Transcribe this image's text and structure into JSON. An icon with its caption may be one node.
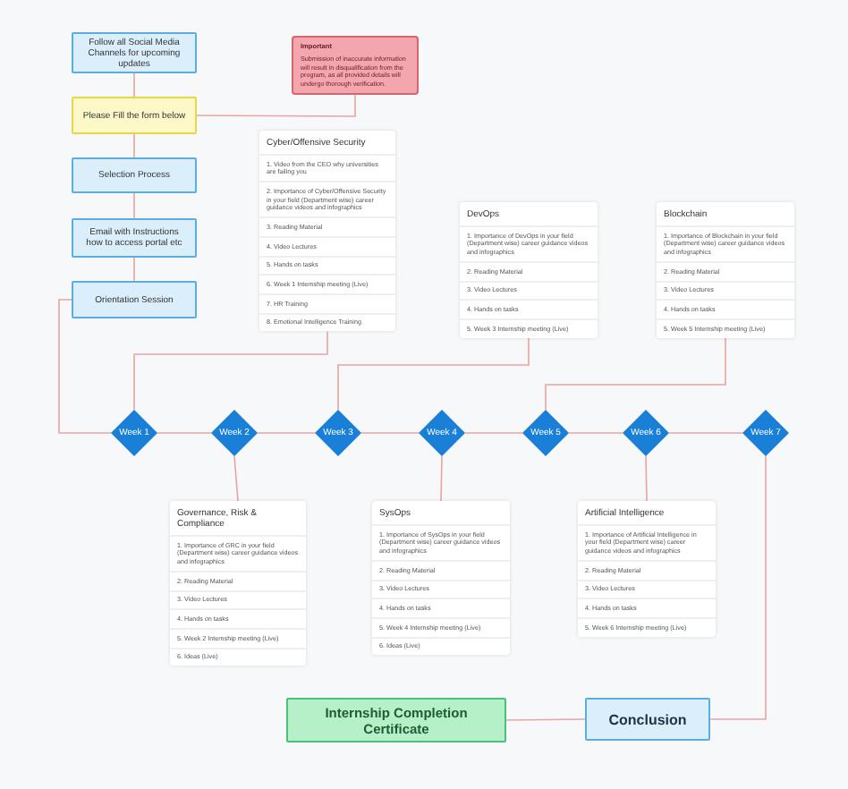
{
  "diagram": {
    "nodes": [
      {
        "text": [
          "Follow all Social Media Channels for upcoming updates"
        ]
      },
      {
        "text": [
          "Important",
          "Submission of inaccurate information will result in disqualification from the program, as all provided details will undergo thorough verification."
        ]
      },
      {
        "text": [
          "Please Fill the form below"
        ]
      },
      {
        "text": [
          "Cyber/Offensive Security",
          "1. Video from the CEO why universities are failing you",
          "2. Importance of Cyber/Offensive Security in your field (Department wise) career guidance videos and infographics",
          "3. Reading Material",
          "4. Video Lectures",
          "5. Hands on tasks",
          "6. Week 1 Internship meeting (Live)",
          "7. HR Training",
          "8. Emotional Intelligence Training"
        ]
      },
      {
        "text": [
          "Selection Process"
        ]
      },
      {
        "text": [
          "Email with Instructions how to access portal etc"
        ]
      },
      {
        "text": [
          "DevOps",
          "1. Importance of DevOps in your field (Department wise) career guidance videos and infographics",
          "2. Reading Material",
          "3. Video Lectures",
          "4. Hands on tasks",
          "5. Week 3 Internship meeting (Live)"
        ]
      },
      {
        "text": [
          "Blockchain",
          "1. Importance of Blockchain in your field (Department wise) career guidance videos and infographics",
          "2. Reading Material",
          "3. Video Lectures",
          "4. Hands on tasks",
          "5. Week 5 Internship meeting (Live)"
        ]
      },
      {
        "text": [
          "Orientation Session"
        ]
      },
      {
        "text": [
          "Week 1"
        ]
      },
      {
        "text": [
          "Week 2"
        ]
      },
      {
        "text": [
          "Week 3"
        ]
      },
      {
        "text": [
          "Week 4"
        ]
      },
      {
        "text": [
          "Week 5"
        ]
      },
      {
        "text": [
          "Week 6"
        ]
      },
      {
        "text": [
          "Week 7"
        ]
      },
      {
        "text": [
          "Governance, Risk & Compliance",
          "1. Importance of GRC in your field (Department wise) career guidance videos and infographics",
          "2. Reading Material",
          "3. Video Lectures",
          "4. Hands on tasks",
          "5. Week 2 Internship meeting (Live)",
          "6. Ideas (Live)"
        ]
      },
      {
        "text": [
          "SysOps",
          "1. Importance of SysOps in your field (Department wise) career guidance videos and infographics",
          "2. Reading Material",
          "3. Video Lectures",
          "4. Hands on tasks",
          "5. Week 4 Internship meeting (Live)",
          "6. Ideas (Live)"
        ]
      },
      {
        "text": [
          "Artificial Intelligence",
          "1. Importance of Artificial Intelligence in your field (Department wise) career guidance videos and infographics",
          "2. Reading Material",
          "3. Video Lectures",
          "4. Hands on tasks",
          "5. Week 6 Internship meeting (Live)"
        ]
      },
      {
        "text": [
          "Internship Completion Certificate"
        ]
      },
      {
        "text": [
          "Conclusion"
        ]
      }
    ],
    "edges": [
      {
        "from": 0,
        "to": 2,
        "arrow": "none"
      },
      {
        "from": 2,
        "to": 1,
        "arrow": "none"
      },
      {
        "from": 2,
        "to": 4,
        "arrow": "none"
      },
      {
        "from": 4,
        "to": 5,
        "arrow": "none"
      },
      {
        "from": 5,
        "to": 8,
        "arrow": "none"
      },
      {
        "from": 8,
        "to": 9,
        "arrow": "none"
      },
      {
        "from": 9,
        "to": 10,
        "arrow": "none"
      },
      {
        "from": 10,
        "to": 11,
        "arrow": "none"
      },
      {
        "from": 11,
        "to": 12,
        "arrow": "none"
      },
      {
        "from": 12,
        "to": 13,
        "arrow": "none"
      },
      {
        "from": 13,
        "to": 14,
        "arrow": "none"
      },
      {
        "from": 14,
        "to": 15,
        "arrow": "none"
      },
      {
        "from": 9,
        "to": 3,
        "arrow": "none"
      },
      {
        "from": 10,
        "to": 16,
        "arrow": "none"
      },
      {
        "from": 11,
        "to": 6,
        "arrow": "none"
      },
      {
        "from": 12,
        "to": 17,
        "arrow": "none"
      },
      {
        "from": 13,
        "to": 7,
        "arrow": "none"
      },
      {
        "from": 14,
        "to": 18,
        "arrow": "none"
      },
      {
        "from": 15,
        "to": 20,
        "arrow": "none"
      },
      {
        "from": 20,
        "to": 19,
        "arrow": "none"
      }
    ]
  }
}
